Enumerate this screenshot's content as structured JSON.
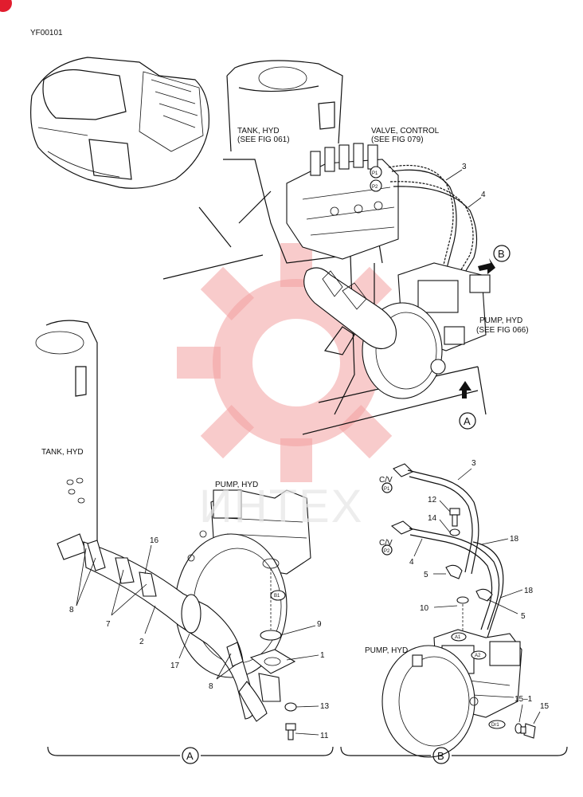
{
  "drawing_id": "YF00101",
  "top_view": {
    "tank_label_1": "TANK, HYD",
    "tank_label_2": "(SEE FIG 061)",
    "valve_label_1": "VALVE, CONTROL",
    "valve_label_2": "(SEE FIG 079)",
    "pump_label_1": "PUMP, HYD",
    "pump_label_2": "(SEE FIG 066)",
    "port_p1": "P1",
    "port_p2": "P2",
    "callout_3": "3",
    "callout_4": "4",
    "view_arrow_a": "A",
    "view_arrow_b": "B"
  },
  "detail_a": {
    "tank_label": "TANK, HYD",
    "pump_label": "PUMP, HYD",
    "port_b1": "B1",
    "callouts": {
      "c16": "16",
      "c8_top": "8",
      "c7": "7",
      "c2": "2",
      "c17": "17",
      "c9": "9",
      "c1": "1",
      "c8_bottom": "8",
      "c13": "13",
      "c11": "11"
    },
    "view_label": "A"
  },
  "detail_b": {
    "cv_label_1": "C/V",
    "cv_port_1": "P1",
    "cv_label_2": "C/V",
    "cv_port_2": "P2",
    "pump_label": "PUMP, HYD",
    "port_a1": "A1",
    "port_a2": "A2",
    "port_dr1": "Dr1",
    "callouts": {
      "c3": "3",
      "c12": "12",
      "c14": "14",
      "c18_top": "18",
      "c4": "4",
      "c5_left": "5",
      "c18_right": "18",
      "c10": "10",
      "c5_right": "5",
      "c15_1": "15–1",
      "c15": "15"
    },
    "view_label": "B"
  },
  "watermark": {
    "text": "ИНТЕХ",
    "color": "#f2a0a0"
  }
}
